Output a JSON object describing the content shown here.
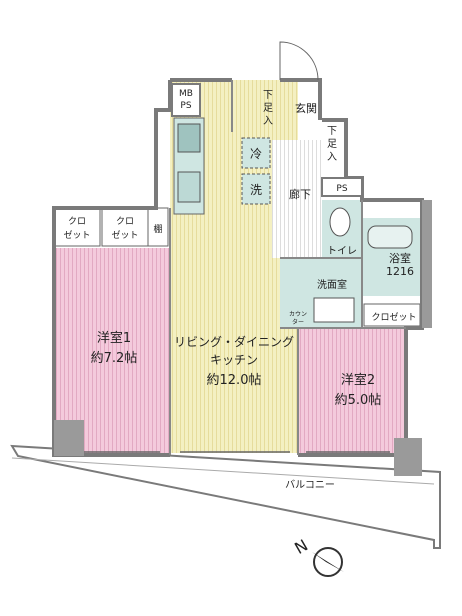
{
  "rooms": {
    "western1": {
      "name": "洋室1",
      "area": "約7.2帖"
    },
    "living": {
      "name_line1": "リビング・ダイニング",
      "name_line2": "キッチン",
      "area": "約12.0帖"
    },
    "western2": {
      "name": "洋室2",
      "area": "約5.0帖"
    },
    "bath": {
      "name": "浴室",
      "size": "1216"
    }
  },
  "labels": {
    "mbps_1": "MB",
    "mbps_2": "PS",
    "shoe_storage_a_1": "下",
    "shoe_storage_a_2": "足",
    "shoe_storage_a_3": "入",
    "entrance": "玄関",
    "shoe_storage_b_1": "下",
    "shoe_storage_b_2": "足",
    "shoe_storage_b_3": "入",
    "fridge": "冷",
    "washer": "洗",
    "hallway": "廊下",
    "ps": "PS",
    "toilet": "トイレ",
    "washroom": "洗面室",
    "counter_1": "カウン",
    "counter_2": "ター",
    "closet_right": "クロゼット",
    "closet1_1": "クロ",
    "closet1_2": "ゼット",
    "closet2_1": "クロ",
    "closet2_2": "ゼット",
    "shelf": "棚",
    "balcony": "バルコニー"
  },
  "colors": {
    "western": "#f2c6d9",
    "living": "#f3efbf",
    "wet": "#cfe6e2",
    "wall": "#7a7a7a",
    "floor_line": "#d79cb6"
  }
}
